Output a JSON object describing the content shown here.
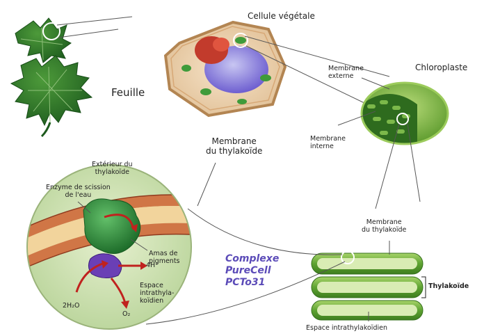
{
  "labels": {
    "cellule": "Cellule végétale",
    "feuille": "Feuille",
    "chloroplaste": "Chloroplaste",
    "membrane_externe": "Membrane\nexterne",
    "membrane_interne": "Membrane\ninterne",
    "membrane_thylakoide_main": "Membrane\ndu thylakoïde",
    "exterieur_thylakoide": "Extérieur du\nthylakoïde",
    "enzyme": "Enzyme de scission\nde l'eau",
    "amas_pigments": "Amas de\npigments",
    "ion_h": "4H⁺",
    "espace_intrathylakoidien_inset": "Espace\nintrathyla-\nkoïdien",
    "water": "2H₂O",
    "oxygen": "O₂",
    "membrane_thylakoide_stack": "Membrane\ndu thylakoïde",
    "thylakoide": "Thylakoïde",
    "espace_intrathylakoidien_stack": "Espace intrathylakoïdien"
  },
  "product": {
    "name": "Complexe\nPureCell\nPCTo31"
  },
  "colors": {
    "leaf": "#2f7d2f",
    "leaf_dark": "#1d5a1d",
    "chloroplast": "#8cc34d",
    "membrane": "#c0532b",
    "enzyme": "#2e8b3a",
    "purple": "#6a3fb5",
    "product_text": "#5b4bb8"
  }
}
